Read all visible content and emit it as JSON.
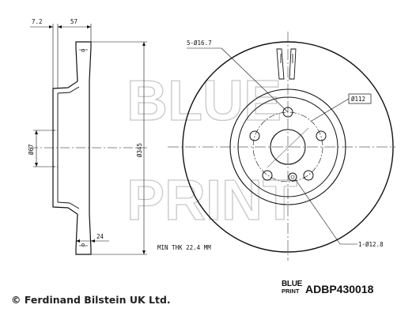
{
  "watermark": {
    "line1": "BLUE",
    "line2": "PRINT"
  },
  "dimensions": {
    "flange_thickness": "7.2",
    "offset": "57",
    "hub_diameter": "Ø67",
    "outer_diameter": "Ø345",
    "disc_thickness": "24",
    "min_thickness": "MIN THK 22.4 MM",
    "bolt_holes": "5-Ø16.7",
    "pcd": "Ø112",
    "locator_hole": "1-Ø12.8"
  },
  "footer": {
    "copyright": "© Ferdinand Bilstein UK Ltd.",
    "logo_line1": "BLUE",
    "logo_line2": "PRINT",
    "part_number": "ADBP430018"
  }
}
